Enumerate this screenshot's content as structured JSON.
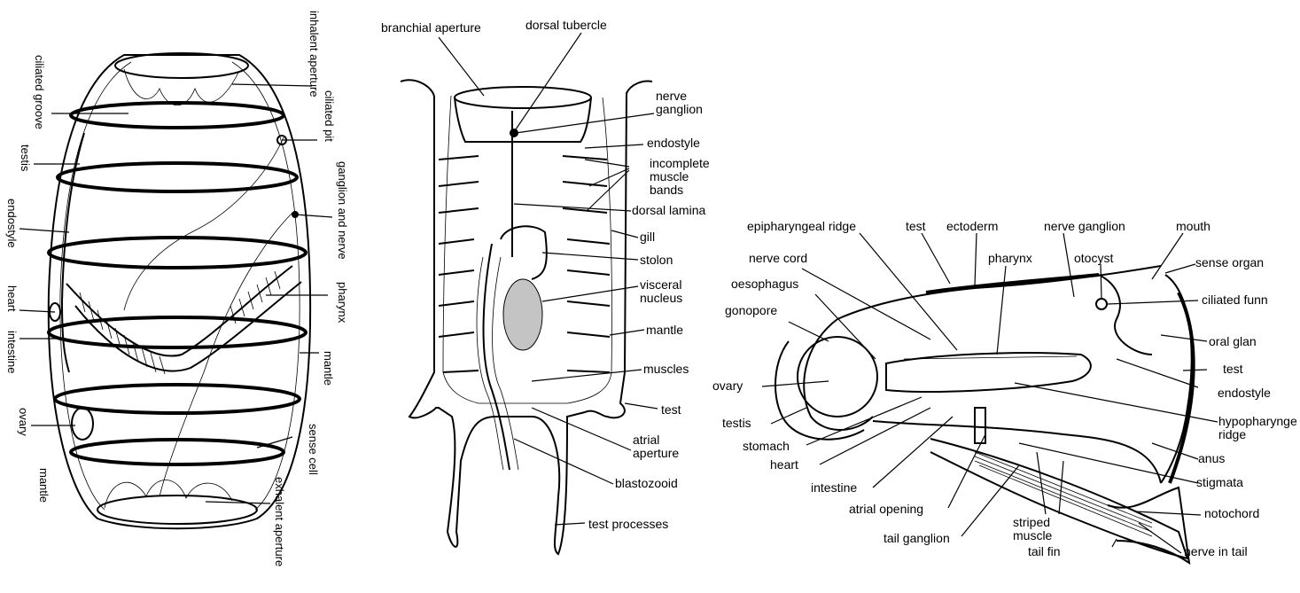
{
  "doliolid": {
    "labels": {
      "inhalent_aperture": "inhalent aperture",
      "ciliated_pit": "ciliated pit",
      "ganglion_and_nerve": "ganglion and nerve",
      "pharynx": "pharynx",
      "mantle_right": "mantle",
      "sense_cell": "sense cell",
      "exhalent_aperture": "exhalent aperture",
      "ciliated_groove": "ciliated groove",
      "testis": "testis",
      "endostyle": "endostyle",
      "heart": "heart",
      "intestine": "intestine",
      "ovary": "ovary",
      "mantle_left": "mantle"
    }
  },
  "salp": {
    "labels": {
      "branchial_aperture": "branchial aperture",
      "dorsal_tubercle": "dorsal tubercle",
      "nerve_ganglion": "nerve\nganglion",
      "endostyle": "endostyle",
      "incomplete_muscle_bands": "incomplete\nmuscle\nbands",
      "dorsal_lamina": "dorsal lamina",
      "gill": "gill",
      "stolon": "stolon",
      "visceral_nucleus": "visceral\nnucleus",
      "mantle": "mantle",
      "muscles": "muscles",
      "test": "test",
      "atrial_aperture": "atrial\naperture",
      "blastozooid": "blastozooid",
      "test_processes": "test processes"
    }
  },
  "appendicularian": {
    "labels": {
      "epipharyngeal_ridge": "epipharyngeal ridge",
      "test_top": "test",
      "ectoderm": "ectoderm",
      "nerve_ganglion": "nerve ganglion",
      "mouth": "mouth",
      "sense_organ": "sense organ",
      "nerve_cord": "nerve cord",
      "pharynx": "pharynx",
      "otocyst": "otocyst",
      "ciliated_funnel": "ciliated funn",
      "oesophagus": "oesophagus",
      "gonopore": "gonopore",
      "oral_gland": "oral glan",
      "test_right": "test",
      "endostyle": "endostyle",
      "ovary": "ovary",
      "hypopharyngeal_ridge": "hypopharynge\nridge",
      "testis": "testis",
      "stomach": "stomach",
      "anus": "anus",
      "heart": "heart",
      "stigmata": "stigmata",
      "intestine": "intestine",
      "notochord": "notochord",
      "atrial_opening": "atrial opening",
      "striped_muscle": "striped\nmuscle",
      "tail_ganglion": "tail ganglion",
      "tail_fin": "tail fin",
      "nerve_in_tail": "nerve in tail"
    }
  }
}
